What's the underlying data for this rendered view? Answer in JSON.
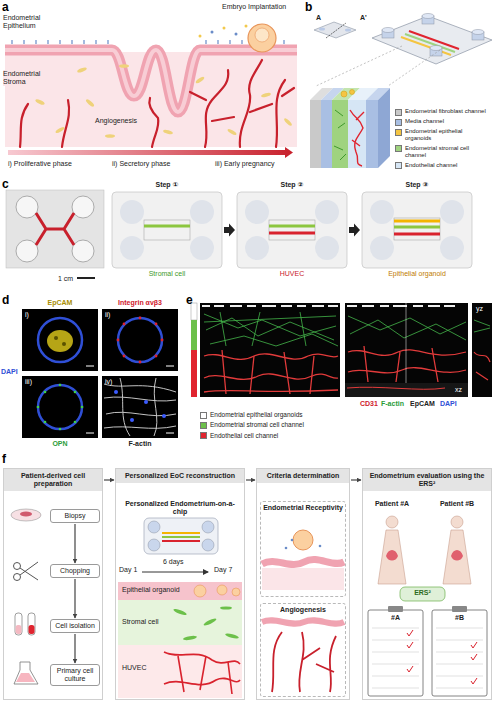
{
  "diagram": {
    "nodes": [
      {
        "text": [
          "Patient-derived cell preparation"
        ]
      },
      {
        "text": [
          "Biopsy"
        ],
        "in": 0
      },
      {
        "text": [
          "Chopping"
        ],
        "in": 0
      },
      {
        "text": [
          "Cell isolation"
        ],
        "in": 0
      },
      {
        "text": [
          "Primary cell culture"
        ],
        "in": 0
      },
      {
        "text": [
          "Personalized EoC reconstruction"
        ]
      },
      {
        "text": [
          "Criteria determination"
        ]
      },
      {
        "text": [
          "Endometrial Receptivity"
        ],
        "in": 6
      },
      {
        "text": [
          "Angiogenesis"
        ],
        "in": 6
      },
      {
        "text": [
          "Endometrium evaluation using the ERS²"
        ]
      }
    ],
    "edges": [
      {
        "from": 0,
        "to": 5,
        "arrow": "to"
      },
      {
        "from": 5,
        "to": 6,
        "arrow": "to"
      },
      {
        "from": 6,
        "to": 9,
        "arrow": "to"
      },
      {
        "from": 1,
        "to": 2,
        "arrow": "to"
      },
      {
        "from": 2,
        "to": 3,
        "arrow": "to"
      },
      {
        "from": 3,
        "to": 4,
        "arrow": "to"
      }
    ],
    "labels": [
      "a",
      "Endometrial Epithelium",
      "Endometrial Stroma",
      "Angiogenesis",
      "Embryo Implantation",
      "i) Proliferative phase",
      "ii) Secretory phase",
      "iii) Early pregnancy",
      "b",
      "A",
      "A'",
      "c",
      "1 cm",
      "Step ①",
      "Stromal cell",
      "Step ②",
      "HUVEC",
      "Step ③",
      "Epithelial organoid",
      "d",
      "EpCAM",
      "Integrin αvβ3",
      "DAPI",
      "i)",
      "ii)",
      "iii)",
      "iv)",
      "OPN",
      "F-actin",
      "e",
      "CD31",
      "F-actin",
      "EpCAM",
      "DAPI",
      "yz",
      "xz",
      "f",
      "Personalized Endometrium-on-a-chip",
      "Day 1",
      "6 days",
      "Day 7",
      "Epithelial organoid",
      "Stromal cell",
      "HUVEC",
      "Patient #A",
      "Patient #B",
      "ERS²",
      "#A",
      "#B"
    ],
    "legend": [
      {
        "text": "Endometrial fibroblast channel",
        "color": "#c9c9c9"
      },
      {
        "text": "Media channel",
        "color": "#a9bfe3"
      },
      {
        "text": "Endometrial epithelial organoids",
        "color": "#f4c542"
      },
      {
        "text": "Endometrial stromal cell channel",
        "color": "#9fd37f"
      },
      {
        "text": "Endothelial channel",
        "color": "#d6e6f5"
      },
      {
        "text": "Endometrial epithelial organoids",
        "color": "#ffffff"
      },
      {
        "text": "Endometrial stromal cell channel",
        "color": "#6cc04a"
      },
      {
        "text": "Endothelial cell channel",
        "color": "#e0242f"
      }
    ]
  }
}
